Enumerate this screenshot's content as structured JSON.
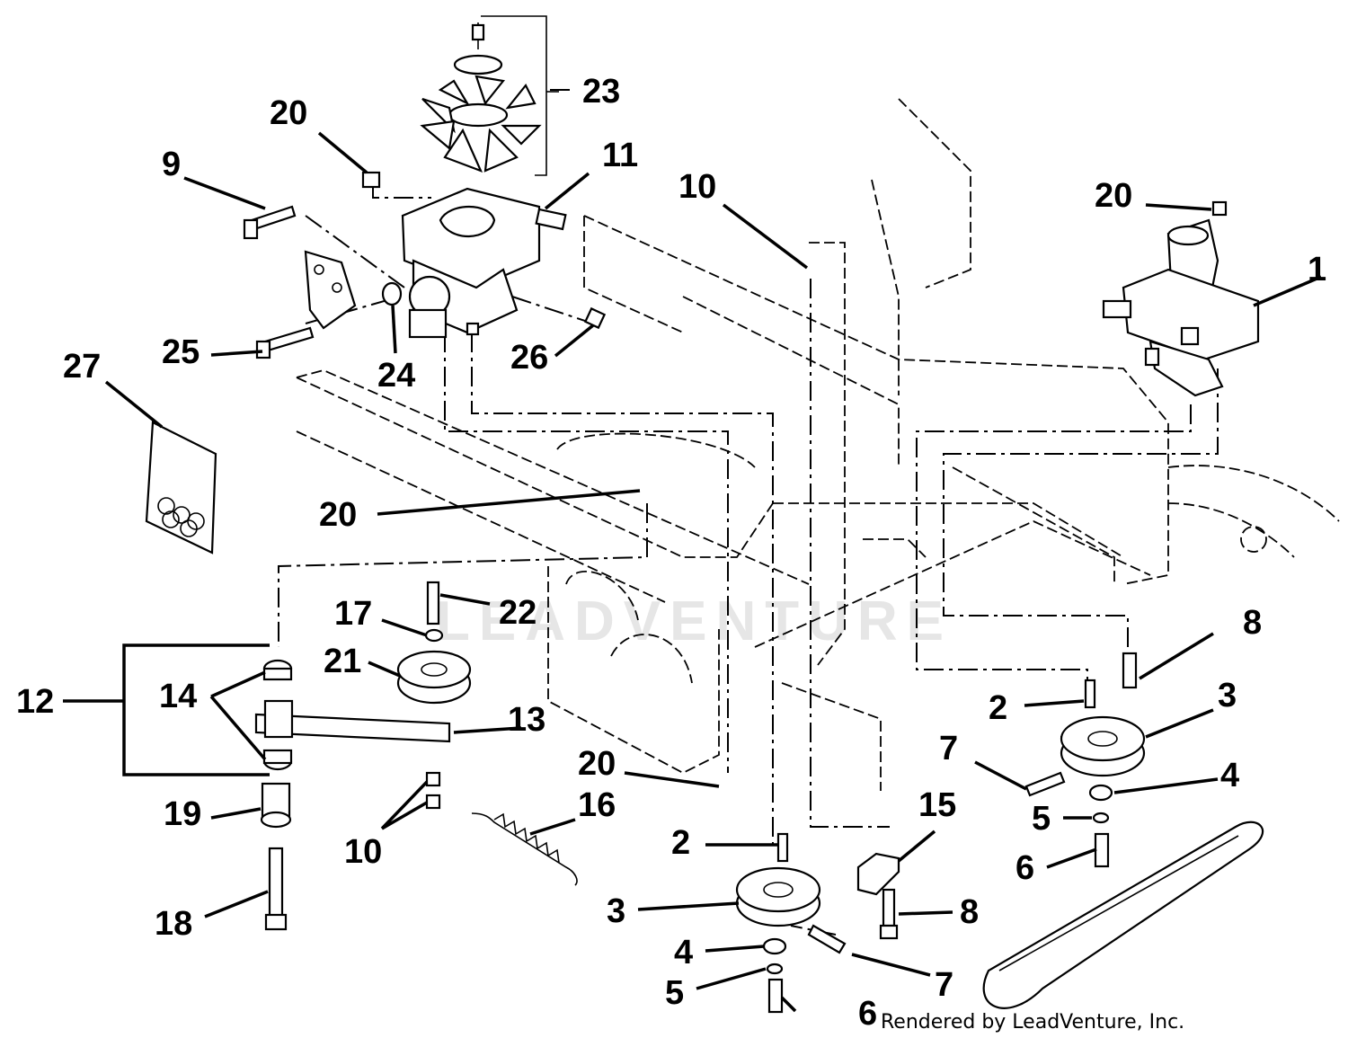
{
  "diagram": {
    "credit": "Rendered by LeadVenture, Inc.",
    "watermark": "LEADVENTURE",
    "callouts": [
      {
        "id": "c1",
        "label": "1"
      },
      {
        "id": "c2a",
        "label": "2"
      },
      {
        "id": "c2b",
        "label": "2"
      },
      {
        "id": "c3a",
        "label": "3"
      },
      {
        "id": "c3b",
        "label": "3"
      },
      {
        "id": "c4a",
        "label": "4"
      },
      {
        "id": "c4b",
        "label": "4"
      },
      {
        "id": "c5a",
        "label": "5"
      },
      {
        "id": "c5b",
        "label": "5"
      },
      {
        "id": "c6a",
        "label": "6"
      },
      {
        "id": "c6b",
        "label": "6"
      },
      {
        "id": "c7a",
        "label": "7"
      },
      {
        "id": "c7b",
        "label": "7"
      },
      {
        "id": "c8a",
        "label": "8"
      },
      {
        "id": "c8b",
        "label": "8"
      },
      {
        "id": "c9",
        "label": "9"
      },
      {
        "id": "c10a",
        "label": "10"
      },
      {
        "id": "c10b",
        "label": "10"
      },
      {
        "id": "c11",
        "label": "11"
      },
      {
        "id": "c12",
        "label": "12"
      },
      {
        "id": "c13",
        "label": "13"
      },
      {
        "id": "c14",
        "label": "14"
      },
      {
        "id": "c15",
        "label": "15"
      },
      {
        "id": "c16",
        "label": "16"
      },
      {
        "id": "c17",
        "label": "17"
      },
      {
        "id": "c18",
        "label": "18"
      },
      {
        "id": "c19",
        "label": "19"
      },
      {
        "id": "c20a",
        "label": "20"
      },
      {
        "id": "c20b",
        "label": "20"
      },
      {
        "id": "c20c",
        "label": "20"
      },
      {
        "id": "c20d",
        "label": "20"
      },
      {
        "id": "c21",
        "label": "21"
      },
      {
        "id": "c22",
        "label": "22"
      },
      {
        "id": "c23",
        "label": "23"
      },
      {
        "id": "c24",
        "label": "24"
      },
      {
        "id": "c25",
        "label": "25"
      },
      {
        "id": "c26",
        "label": "26"
      },
      {
        "id": "c27",
        "label": "27"
      }
    ]
  }
}
